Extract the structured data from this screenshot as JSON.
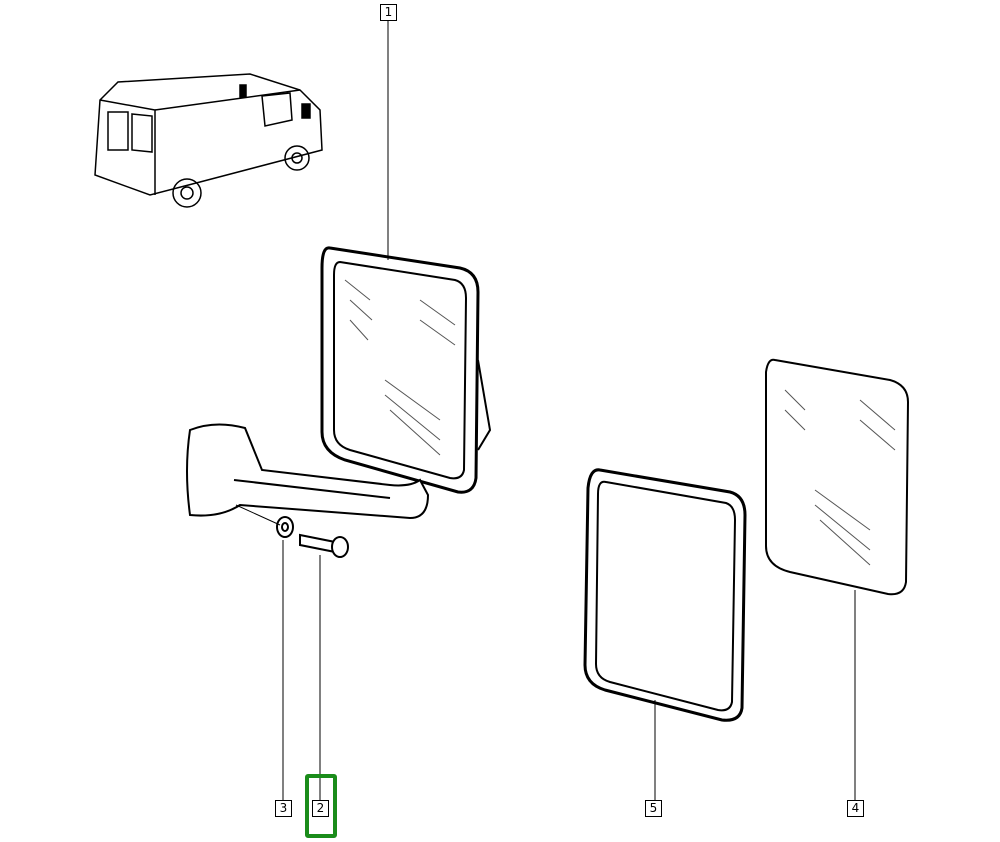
{
  "callouts": [
    {
      "id": "1",
      "label": "1"
    },
    {
      "id": "2",
      "label": "2"
    },
    {
      "id": "3",
      "label": "3"
    },
    {
      "id": "4",
      "label": "4"
    },
    {
      "id": "5",
      "label": "5"
    }
  ],
  "highlight": {
    "callout": "2",
    "color": "#1a8c1a"
  }
}
